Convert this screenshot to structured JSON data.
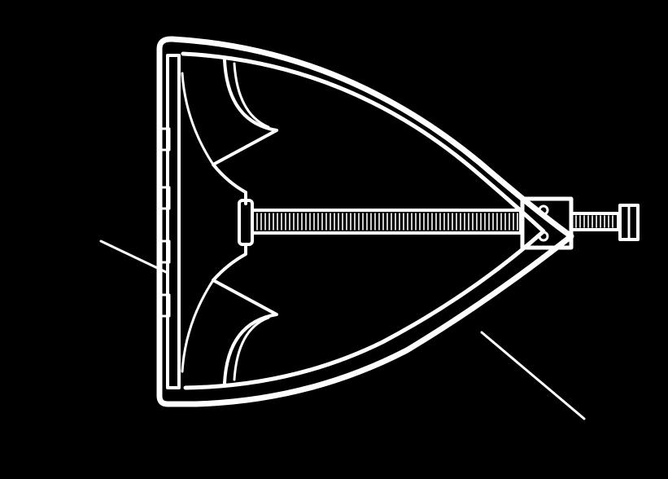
{
  "diagram": {
    "background_color": "#000000",
    "line_color": "#ffffff",
    "components": [
      "outer-shell",
      "inner-shell",
      "back-plate",
      "upper-jaw",
      "lower-jaw",
      "center-hub",
      "threaded-rod",
      "clamp-block",
      "hex-nut",
      "leader-line-left",
      "leader-line-right"
    ]
  }
}
